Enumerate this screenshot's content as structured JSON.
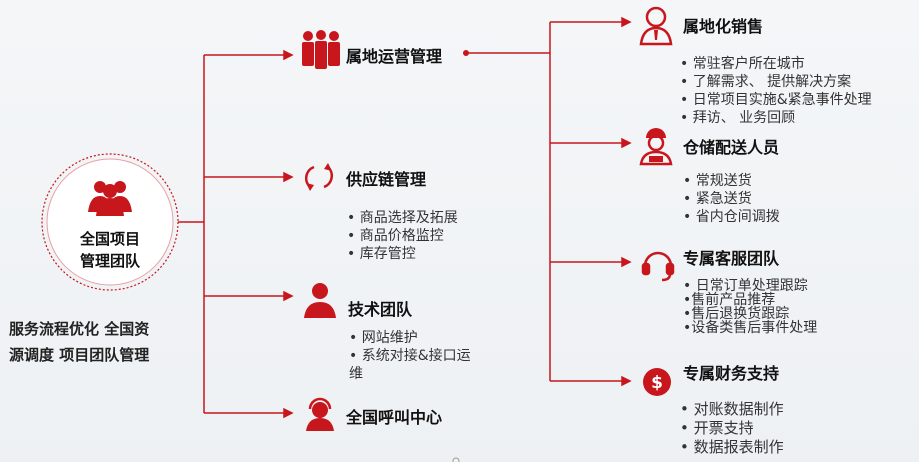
{
  "center": {
    "line1": "全国项目",
    "line2": "管理团队"
  },
  "summary": {
    "line1": "服务流程优化 全国资",
    "line2": "源调度 项目团队管理"
  },
  "left_branches": [
    {
      "title": "属地运营管理",
      "icon": "team-icon",
      "items": []
    },
    {
      "title": "供应链管理",
      "icon": "refresh-arrows-icon",
      "items": [
        "• 商品选择及拓展",
        "• 商品价格监控",
        "• 库存管控"
      ]
    },
    {
      "title": "技术团队",
      "icon": "person-icon",
      "items": [
        "• 网站维护",
        "• 系统对接&接口运",
        "维"
      ]
    },
    {
      "title": "全国呼叫中心",
      "icon": "headset-agent-icon",
      "items": []
    }
  ],
  "right_branches": [
    {
      "title": "属地化销售",
      "icon": "salesperson-icon",
      "items": [
        "•  常驻客户所在城市",
        "•  了解需求、  提供解决方案",
        "•  日常项目实施&紧急事件处理",
        "•  拜访、  业务回顾"
      ]
    },
    {
      "title": "仓储配送人员",
      "icon": "delivery-person-icon",
      "items": [
        "• 常规送货",
        "• 紧急送货",
        "• 省内仓间调拨"
      ]
    },
    {
      "title": "专属客服团队",
      "icon": "headphones-icon",
      "items": [
        "• 日常订单处理跟踪",
        "•售前产品推荐",
        "•售后退换货跟踪",
        "•设备类售后事件处理"
      ]
    },
    {
      "title": "专属财务支持",
      "icon": "dollar-icon",
      "items": [
        "•  对账数据制作",
        "•   开票支持",
        "•   数据报表制作"
      ]
    }
  ],
  "colors": {
    "accent": "#c8161d",
    "text": "#222222"
  }
}
